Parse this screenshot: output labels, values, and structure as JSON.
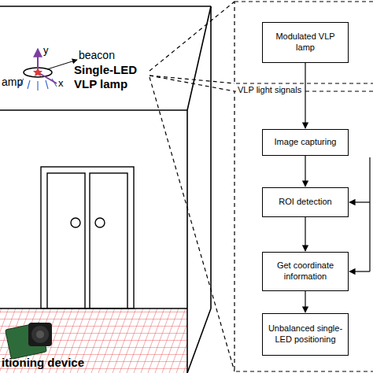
{
  "diagram": {
    "nodes": [
      {
        "text": [
          "Modulated VLP lamp"
        ]
      },
      {
        "text": [
          "Image capturing"
        ]
      },
      {
        "text": [
          "ROI detection"
        ]
      },
      {
        "text": [
          "Get coordinate information"
        ]
      },
      {
        "text": [
          "Unbalanced single-LED positioning"
        ]
      }
    ],
    "edges": [
      {
        "from": 0,
        "to": 1,
        "arrow": "to",
        "label": "VLP light signals"
      },
      {
        "from": 1,
        "to": 2,
        "arrow": "to"
      },
      {
        "from": 2,
        "to": 3,
        "arrow": "to"
      },
      {
        "from": 3,
        "to": 4,
        "arrow": "to"
      }
    ],
    "labels": [
      "amp",
      "y",
      "x",
      "beacon",
      "Single-LED VLP lamp",
      "itioning device"
    ]
  }
}
